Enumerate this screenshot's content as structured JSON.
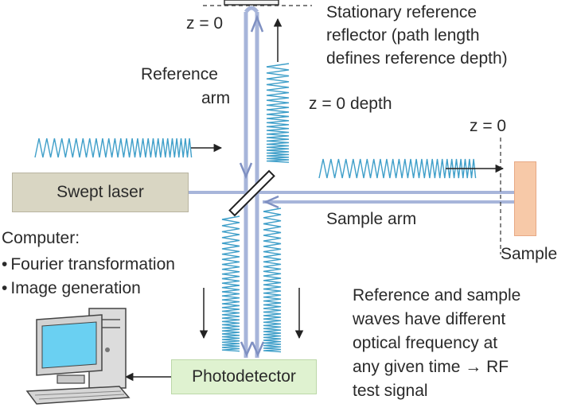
{
  "labels": {
    "z0_top": "z = 0",
    "reflector_lines": [
      "Stationary reference",
      "reflector (path length",
      "defines reference depth)"
    ],
    "reference_arm_lines": [
      "Reference",
      "arm"
    ],
    "z0_depth": "z = 0 depth",
    "z0_sample": "z = 0",
    "sample_arm": "Sample arm",
    "sample": "Sample",
    "swept_laser": "Swept laser",
    "computer_title": "Computer:",
    "computer_items": [
      "Fourier transformation",
      "Image generation"
    ],
    "photodetector": "Photodetector",
    "note_lines": [
      "Reference and sample",
      "waves have different",
      "optical frequency at",
      "any given time → RF",
      "test signal"
    ]
  },
  "colors": {
    "beam": "#a7b5da",
    "beam_edge": "#7f90c2",
    "wave": "#3f9fc9",
    "laser_box": "#d9d6c3",
    "photodetector_box": "#dff2d0",
    "sample_box": "#f7c9a8",
    "text": "#2a2a2a"
  },
  "icons": [
    "computer-monitor-icon",
    "computer-tower-icon",
    "keyboard-icon",
    "beam-splitter-icon"
  ]
}
